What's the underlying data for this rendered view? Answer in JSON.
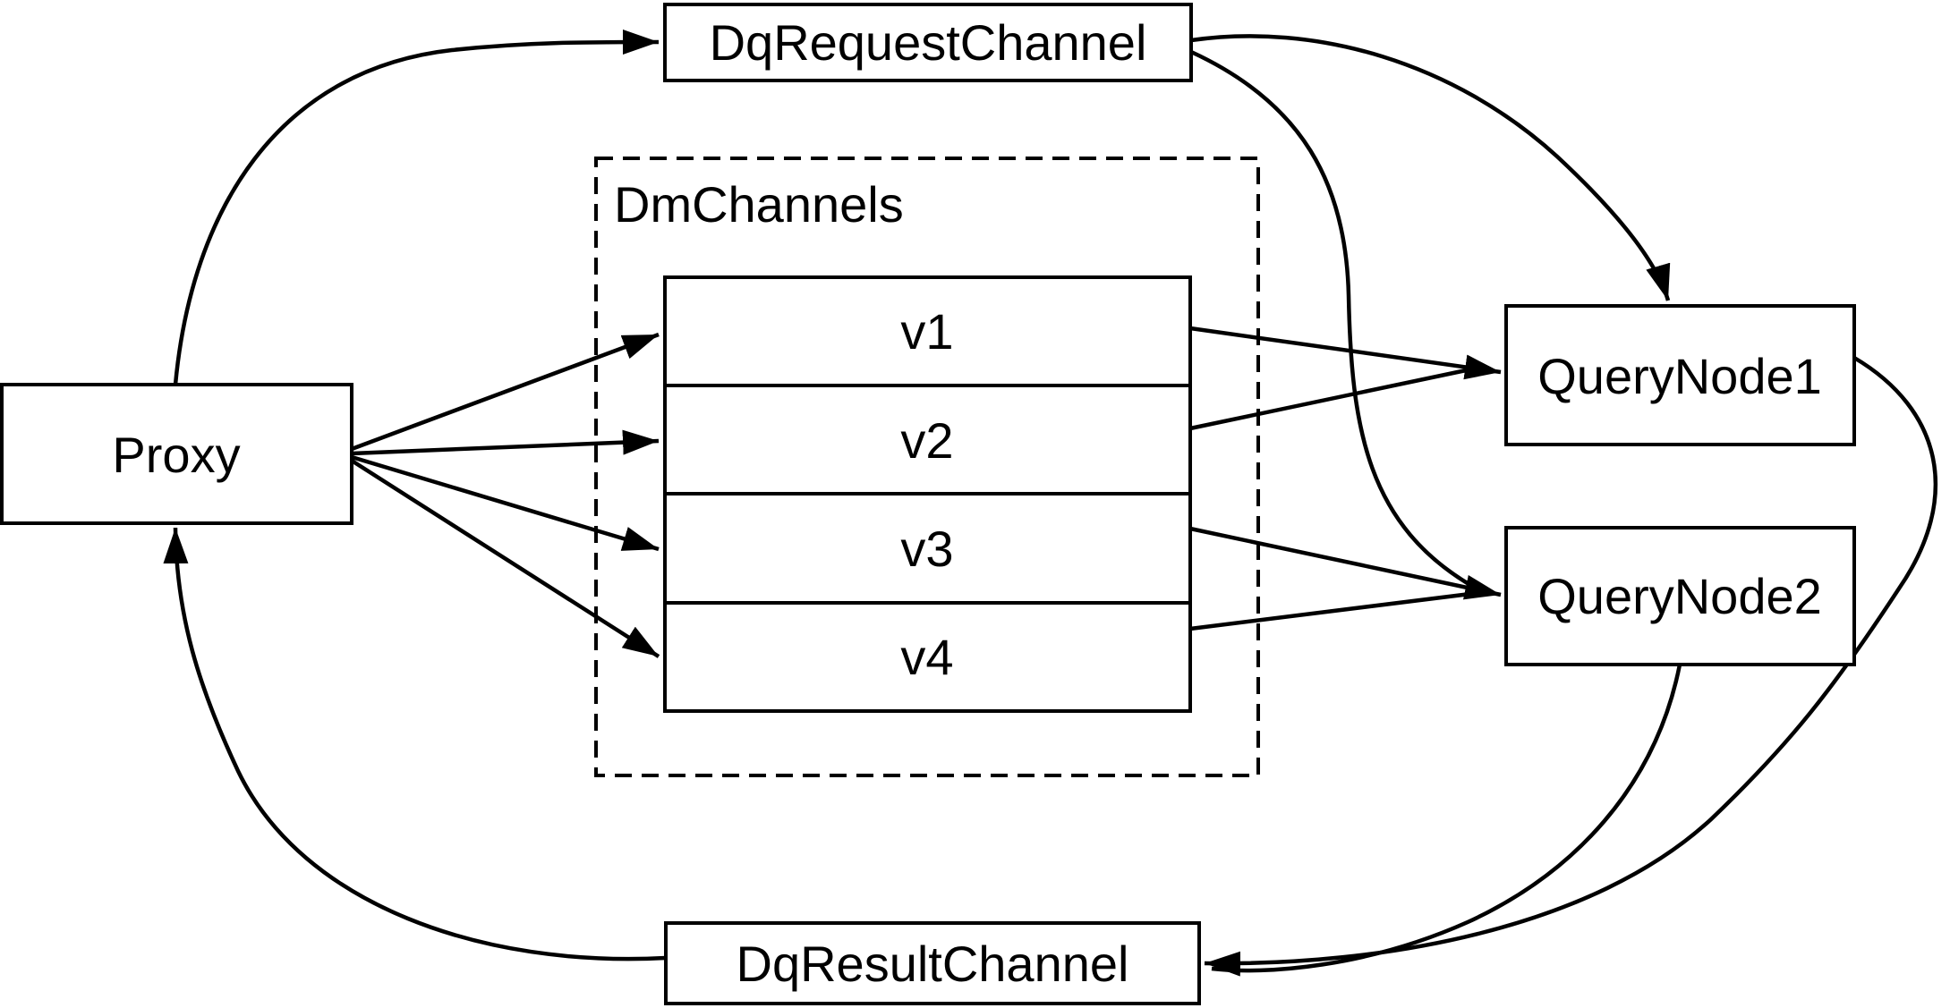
{
  "diagram": {
    "background_color": "#ffffff",
    "line_color": "#000000",
    "node_fill_color": "#ffffff",
    "nodes": {
      "proxy": {
        "label": "Proxy"
      },
      "dq_request_channel": {
        "label": "DqRequestChannel"
      },
      "dm_channels_group": {
        "label": "DmChannels"
      },
      "channels": [
        {
          "label": "v1"
        },
        {
          "label": "v2"
        },
        {
          "label": "v3"
        },
        {
          "label": "v4"
        }
      ],
      "query_node1": {
        "label": "QueryNode1"
      },
      "query_node2": {
        "label": "QueryNode2"
      },
      "dq_result_channel": {
        "label": "DqResultChannel"
      }
    },
    "edges": [
      {
        "from": "Proxy",
        "to": "DqRequestChannel"
      },
      {
        "from": "Proxy",
        "to": "v1"
      },
      {
        "from": "Proxy",
        "to": "v2"
      },
      {
        "from": "Proxy",
        "to": "v3"
      },
      {
        "from": "Proxy",
        "to": "v4"
      },
      {
        "from": "v1",
        "to": "QueryNode1"
      },
      {
        "from": "v2",
        "to": "QueryNode1"
      },
      {
        "from": "v3",
        "to": "QueryNode2"
      },
      {
        "from": "v4",
        "to": "QueryNode2"
      },
      {
        "from": "DqRequestChannel",
        "to": "QueryNode1"
      },
      {
        "from": "DqRequestChannel",
        "to": "QueryNode2"
      },
      {
        "from": "QueryNode1",
        "to": "DqResultChannel"
      },
      {
        "from": "QueryNode2",
        "to": "DqResultChannel"
      },
      {
        "from": "DqResultChannel",
        "to": "Proxy"
      }
    ]
  }
}
